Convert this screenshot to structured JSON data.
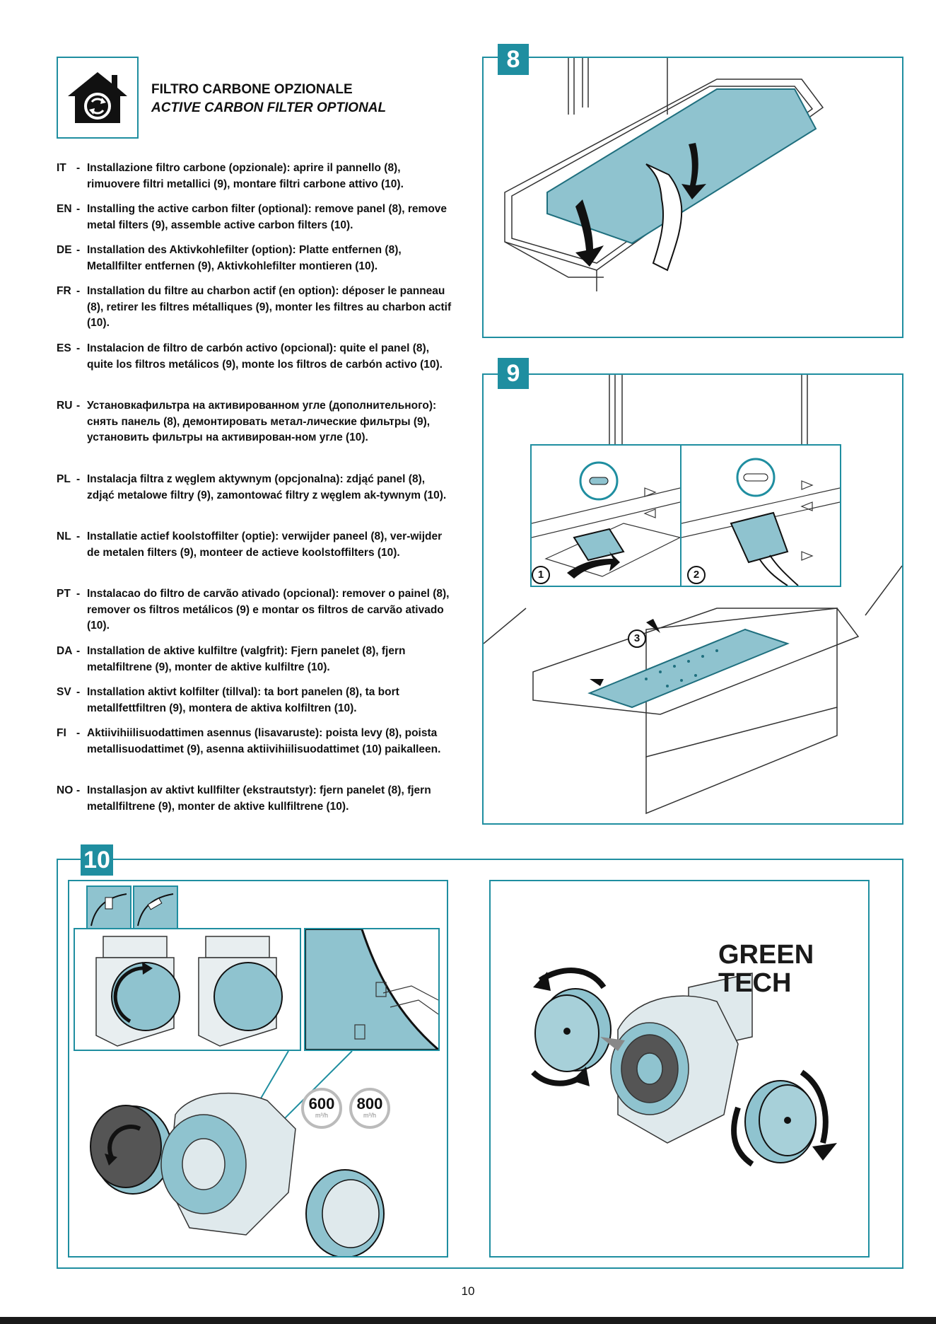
{
  "header": {
    "title": "FILTRO CARBONE OPZIONALE",
    "subtitle": "ACTIVE CARBON FILTER OPTIONAL",
    "icon": "house-recirculation-icon"
  },
  "instructions": [
    {
      "code": "IT",
      "text": "Installazione filtro carbone (opzionale): aprire il  pannello (8), rimuovere filtri metallici (9), montare filtri carbone attivo (10)."
    },
    {
      "code": "EN",
      "text": "Installing the active carbon filter (optional): remove panel (8), remove metal filters (9), assemble active carbon filters (10)."
    },
    {
      "code": "DE",
      "text": "Installation des Aktivkohlefilter (option): Platte entfernen (8), Metallfilter entfernen (9), Aktivkohlefilter montieren (10)."
    },
    {
      "code": "FR",
      "text": "Installation du filtre au charbon actif (en option): déposer le panneau (8), retirer les filtres métalliques (9), monter les filtres au charbon actif (10)."
    },
    {
      "code": "ES",
      "text": "Instalacion de filtro de carbón activo (opcional): quite el panel (8), quite los filtros metálicos (9), monte los filtros de carbón activo (10)."
    },
    {
      "code": "RU",
      "text": "Установкафильтра на активированном угле (дополнительного): снять панель (8), демонтировать метал-лические фильтры (9), установить фильтры на активирован-ном угле (10)."
    },
    {
      "code": "PL",
      "text": "Instalacja filtra z węglem aktywnym (opcjonalna): zdjąć panel (8), zdjąć metalowe filtry (9), zamontować filtry z węglem ak-tywnym (10)."
    },
    {
      "code": "NL",
      "text": "Installatie actief koolstoffilter (optie): verwijder paneel (8), ver-wijder de metalen filters (9), monteer de actieve koolstoffilters (10)."
    },
    {
      "code": "PT",
      "text": "Instalacao do filtro de carvão ativado (opcional): remover o painel (8), remover os filtros metálicos (9) e montar os filtros de carvão ativado (10)."
    },
    {
      "code": "DA",
      "text": "Installation de aktive kulfiltre (valgfrit): Fjern panelet (8), fjern metalfiltrene (9), monter de aktive kulfiltre (10)."
    },
    {
      "code": "SV",
      "text": "Installation aktivt kolfilter (tillval): ta bort panelen (8), ta bort metallfettfiltren (9), montera de aktiva kolfiltren (10)."
    },
    {
      "code": "FI",
      "text": "Aktiivihiilisuodattimen asennus (lisavaruste): poista levy (8), poista metallisuodattimet (9), asenna aktiivihiilisuodattimet (10) paikalleen."
    },
    {
      "code": "NO",
      "text": "Installasjon av aktivt kullfilter (ekstrautstyr): fjern panelet (8), fjern metallfiltrene (9), monter de aktive kullfiltrene (10)."
    }
  ],
  "steps": {
    "step8": "8",
    "step9": "9",
    "step10": "10",
    "sub1": "1",
    "sub2": "2",
    "sub3": "3"
  },
  "badges": {
    "b600": "600",
    "b800": "800",
    "unit": "m³/h"
  },
  "green_tech": {
    "line1": "GREEN",
    "line2": "TECH"
  },
  "page_number": "10",
  "colors": {
    "accent": "#1f8ea0",
    "filter_fill": "#8fc3cf"
  }
}
